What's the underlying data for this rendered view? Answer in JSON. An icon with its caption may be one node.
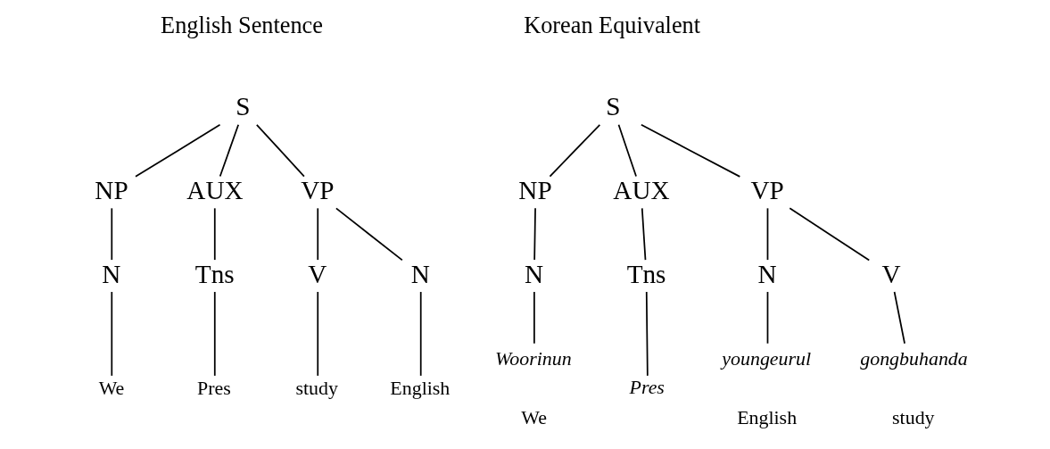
{
  "diagram": {
    "nodes": [
      {
        "text": [
          "S"
        ]
      },
      {
        "text": [
          "NP"
        ]
      },
      {
        "text": [
          "AUX"
        ]
      },
      {
        "text": [
          "VP"
        ]
      },
      {
        "text": [
          "N"
        ]
      },
      {
        "text": [
          "Tns"
        ]
      },
      {
        "text": [
          "V"
        ]
      },
      {
        "text": [
          "N"
        ]
      },
      {
        "text": [
          "We"
        ]
      },
      {
        "text": [
          "Pres"
        ]
      },
      {
        "text": [
          "study"
        ]
      },
      {
        "text": [
          "English"
        ]
      },
      {
        "text": [
          "S"
        ]
      },
      {
        "text": [
          "NP"
        ]
      },
      {
        "text": [
          "AUX"
        ]
      },
      {
        "text": [
          "VP"
        ]
      },
      {
        "text": [
          "N"
        ]
      },
      {
        "text": [
          "Tns"
        ]
      },
      {
        "text": [
          "N"
        ]
      },
      {
        "text": [
          "V"
        ]
      },
      {
        "text": [
          "Woorinun"
        ],
        "beside": [
          "We"
        ]
      },
      {
        "text": [
          "Pres"
        ]
      },
      {
        "text": [
          "youngeurul"
        ],
        "beside": [
          "English"
        ]
      },
      {
        "text": [
          "gongbuhanda"
        ],
        "beside": [
          "study"
        ]
      }
    ],
    "edges": [
      {
        "from": 0,
        "to": 1,
        "arrow": "none"
      },
      {
        "from": 0,
        "to": 2,
        "arrow": "none"
      },
      {
        "from": 0,
        "to": 3,
        "arrow": "none"
      },
      {
        "from": 1,
        "to": 4,
        "arrow": "none"
      },
      {
        "from": 2,
        "to": 5,
        "arrow": "none"
      },
      {
        "from": 3,
        "to": 6,
        "arrow": "none"
      },
      {
        "from": 3,
        "to": 7,
        "arrow": "none"
      },
      {
        "from": 4,
        "to": 8,
        "arrow": "none"
      },
      {
        "from": 5,
        "to": 9,
        "arrow": "none"
      },
      {
        "from": 6,
        "to": 10,
        "arrow": "none"
      },
      {
        "from": 7,
        "to": 11,
        "arrow": "none"
      },
      {
        "from": 12,
        "to": 13,
        "arrow": "none"
      },
      {
        "from": 12,
        "to": 14,
        "arrow": "none"
      },
      {
        "from": 12,
        "to": 15,
        "arrow": "none"
      },
      {
        "from": 13,
        "to": 16,
        "arrow": "none"
      },
      {
        "from": 14,
        "to": 17,
        "arrow": "none"
      },
      {
        "from": 15,
        "to": 18,
        "arrow": "none"
      },
      {
        "from": 15,
        "to": 19,
        "arrow": "none"
      },
      {
        "from": 16,
        "to": 20,
        "arrow": "none"
      },
      {
        "from": 17,
        "to": 21,
        "arrow": "none"
      },
      {
        "from": 18,
        "to": 22,
        "arrow": "none"
      },
      {
        "from": 19,
        "to": 23,
        "arrow": "none"
      }
    ],
    "labels": [
      "English Sentence",
      "Korean Equivalent"
    ]
  }
}
